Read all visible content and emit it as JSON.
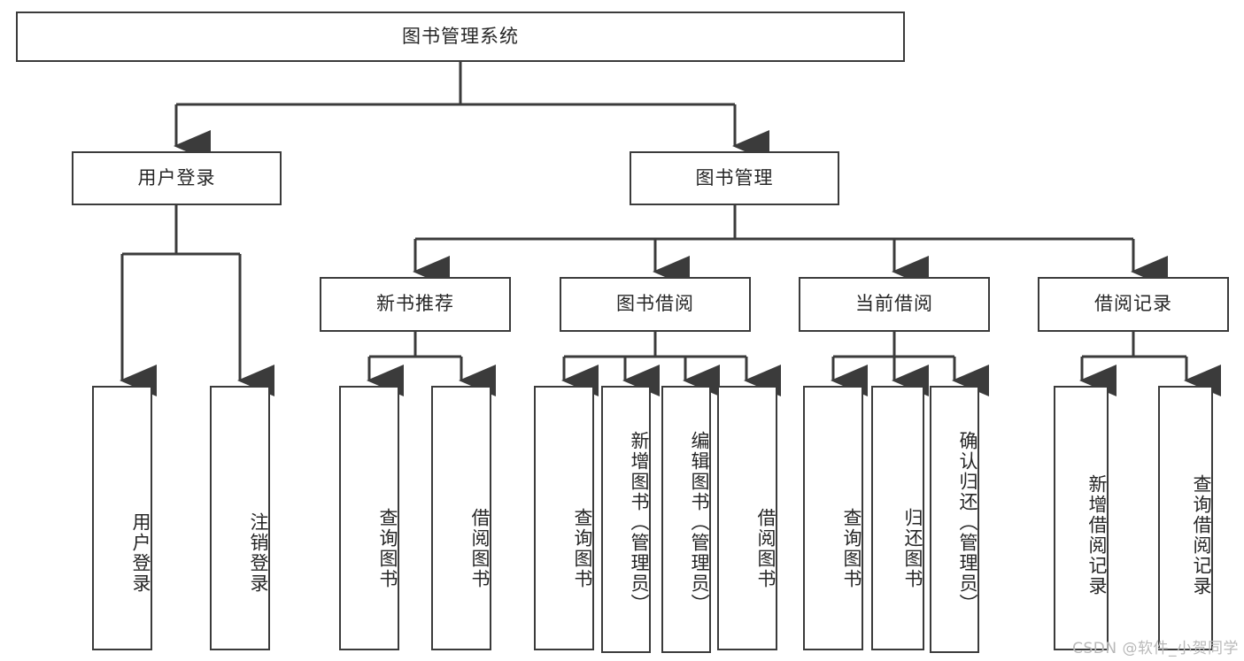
{
  "diagram": {
    "type": "tree",
    "title": "图书管理系统",
    "watermark": "CSDN @软件_小贺同学",
    "colors": {
      "box_border": "#3b3b3b",
      "box_fill": "#ffffff",
      "connector": "#3b3b3b",
      "text": "#262626",
      "watermark": "#b9b9b9",
      "background": "#ffffff"
    },
    "levels": {
      "root": {
        "label": "图书管理系统"
      },
      "level2": [
        {
          "id": "user-login",
          "label": "用户登录"
        },
        {
          "id": "book-management",
          "label": "图书管理"
        }
      ],
      "level3": [
        {
          "id": "new-book-recommend",
          "label": "新书推荐"
        },
        {
          "id": "book-borrow",
          "label": "图书借阅"
        },
        {
          "id": "current-borrow",
          "label": "当前借阅"
        },
        {
          "id": "borrow-record",
          "label": "借阅记录"
        }
      ],
      "leaves": {
        "user-login": [
          {
            "id": "leaf-user-login",
            "label": "用户登录"
          },
          {
            "id": "leaf-logout-login",
            "label": "注销登录"
          }
        ],
        "new-book-recommend": [
          {
            "id": "leaf-query-book-1",
            "label": "查询图书"
          },
          {
            "id": "leaf-borrow-book-1",
            "label": "借阅图书"
          }
        ],
        "book-borrow": [
          {
            "id": "leaf-query-book-2",
            "label": "查询图书"
          },
          {
            "id": "leaf-add-book",
            "label": "新增图书（管理员）"
          },
          {
            "id": "leaf-edit-book",
            "label": "编辑图书（管理员）"
          },
          {
            "id": "leaf-borrow-book-2",
            "label": "借阅图书"
          }
        ],
        "current-borrow": [
          {
            "id": "leaf-query-book-3",
            "label": "查询图书"
          },
          {
            "id": "leaf-return-book",
            "label": "归还图书"
          },
          {
            "id": "leaf-confirm-return",
            "label": "确认归还（管理员）"
          }
        ],
        "borrow-record": [
          {
            "id": "leaf-add-record",
            "label": "新增借阅记录"
          },
          {
            "id": "leaf-query-record",
            "label": "查询借阅记录"
          }
        ]
      }
    }
  }
}
